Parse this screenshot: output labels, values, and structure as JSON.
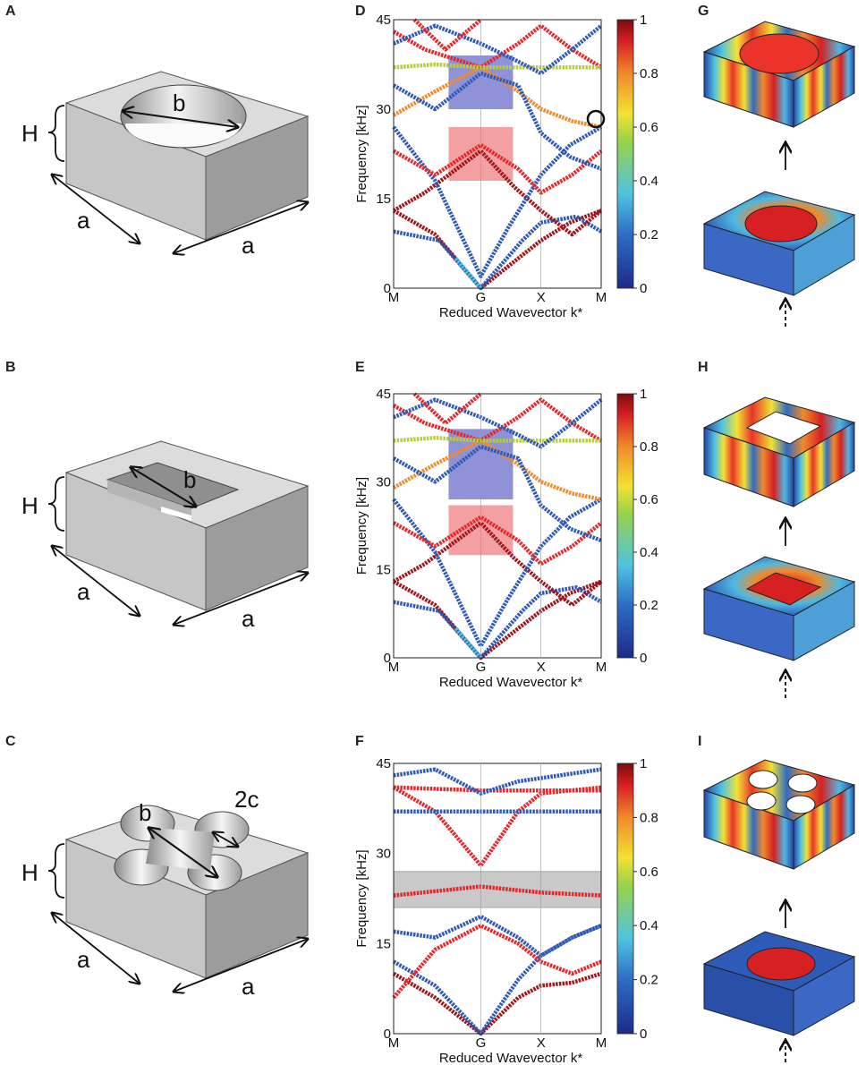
{
  "panels": {
    "A": "A",
    "B": "B",
    "C": "C",
    "D": "D",
    "E": "E",
    "F": "F",
    "G": "G",
    "H": "H",
    "I": "I"
  },
  "geometry_labels": {
    "height": "H",
    "width": "a",
    "depth": "a",
    "hole": "b",
    "lobe": "2c"
  },
  "band_axes": {
    "ylabel": "Frequency [kHz]",
    "xlabel": "Reduced Wavevector k*",
    "x_ticks": [
      "M",
      "G",
      "X",
      "M"
    ],
    "y_ticks": [
      "0",
      "15",
      "30",
      "45"
    ],
    "colorbar_ticks": [
      "0",
      "0.2",
      "0.4",
      "0.6",
      "0.8",
      "1"
    ]
  },
  "colors": {
    "red_band": "#e8262a",
    "dark_red_band": "#a0161b",
    "blue_band": "#2e5ab8",
    "blue_box": "#7b7fd0",
    "red_box": "#f08f90",
    "gap_box": "#c9c9c9"
  },
  "chart_data": [
    {
      "type": "scatter",
      "panel": "D",
      "xlabel": "Reduced Wavevector k*",
      "ylabel": "Frequency [kHz]",
      "ylim": [
        0,
        45
      ],
      "x_ticks": [
        "M",
        "G",
        "X",
        "M"
      ],
      "colorbar_range": [
        0,
        1
      ],
      "highlight_regions": [
        {
          "color": "blue",
          "freq_range": [
            30,
            39
          ]
        },
        {
          "color": "red",
          "freq_range": [
            18,
            27
          ]
        }
      ]
    },
    {
      "type": "scatter",
      "panel": "E",
      "xlabel": "Reduced Wavevector k*",
      "ylabel": "Frequency [kHz]",
      "ylim": [
        0,
        45
      ],
      "x_ticks": [
        "M",
        "G",
        "X",
        "M"
      ],
      "colorbar_range": [
        0,
        1
      ],
      "highlight_regions": [
        {
          "color": "blue",
          "freq_range": [
            27,
            39
          ]
        },
        {
          "color": "red",
          "freq_range": [
            17.5,
            26
          ]
        }
      ]
    },
    {
      "type": "scatter",
      "panel": "F",
      "xlabel": "Reduced Wavevector k*",
      "ylabel": "Frequency [kHz]",
      "ylim": [
        0,
        45
      ],
      "x_ticks": [
        "M",
        "G",
        "X",
        "M"
      ],
      "colorbar_range": [
        0,
        1
      ],
      "band_gaps": [
        [
          21,
          27
        ]
      ]
    }
  ]
}
